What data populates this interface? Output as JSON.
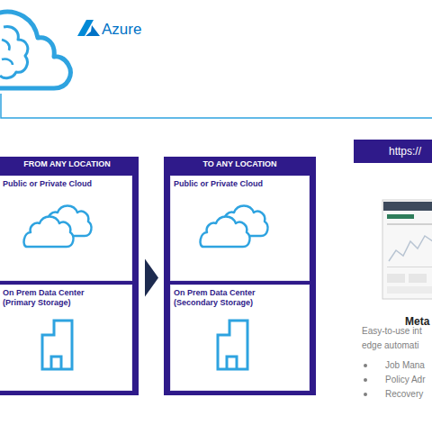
{
  "diagram": {
    "nodes": [
      {
        "text": [
          "FROM ANY LOCATION"
        ]
      },
      {
        "text": [
          "Public or Private Cloud"
        ],
        "in": 0
      },
      {
        "text": [
          "On Prem Data Center (Primary Storage)"
        ],
        "in": 0
      },
      {
        "text": [
          "TO ANY LOCATION"
        ]
      },
      {
        "text": [
          "Public or Private Cloud"
        ],
        "in": 3
      },
      {
        "text": [
          "On Prem Data Center (Secondary Storage)"
        ],
        "in": 3
      },
      {
        "text": [
          "https://"
        ]
      }
    ],
    "edges": [
      {
        "from": 0,
        "to": 3,
        "arrow": "to"
      }
    ],
    "labels": [
      "Azure",
      "Meta",
      "Easy-to-use int",
      "edge automati",
      "Job Mana",
      "Policy Adr",
      "Recovery"
    ]
  }
}
